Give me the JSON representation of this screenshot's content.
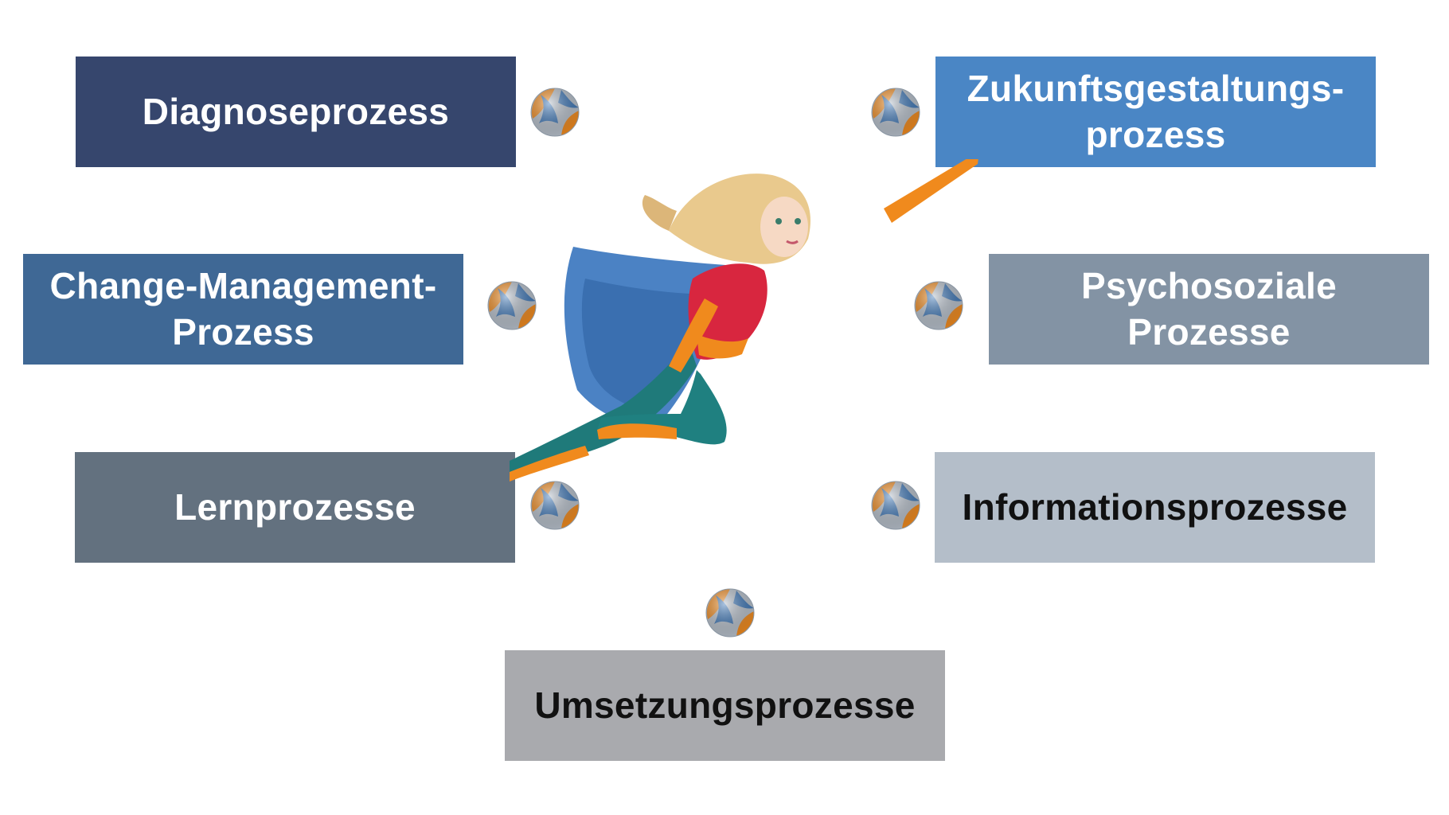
{
  "diagram": {
    "boxes": [
      {
        "id": "diagnose",
        "label": "Diagnoseprozess",
        "color": "#36466d",
        "text_color": "light"
      },
      {
        "id": "zukunft",
        "label": "Zukunftsgestaltungs-\nprozess",
        "color": "#4a86c5",
        "text_color": "light"
      },
      {
        "id": "change",
        "label": "Change-Management-\nProzess",
        "color": "#3f6895",
        "text_color": "light"
      },
      {
        "id": "psycho",
        "label": "Psychosoziale\nProzesse",
        "color": "#8393a4",
        "text_color": "light"
      },
      {
        "id": "lern",
        "label": "Lernprozesse",
        "color": "#63717f",
        "text_color": "light"
      },
      {
        "id": "info",
        "label": "Informationsprozesse",
        "color": "#b4bec9",
        "text_color": "dark"
      },
      {
        "id": "umsetzung",
        "label": "Umsetzungsprozesse",
        "color": "#a9aaae",
        "text_color": "dark"
      }
    ],
    "connector_icon": "ball-icon",
    "center_figure": "flying-superhero-woman",
    "ball_colors": {
      "orange": "#ef8a1f",
      "blue": "#3f78b8",
      "grey": "#b8c1cc"
    }
  }
}
